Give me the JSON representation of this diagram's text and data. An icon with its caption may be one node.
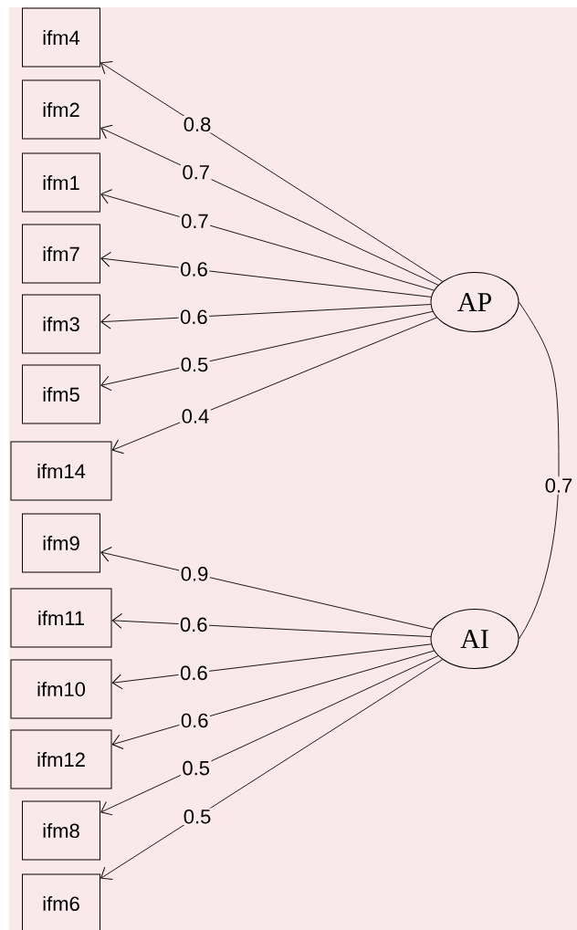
{
  "diagram": {
    "nodes": [
      {
        "text": [
          "ifm4"
        ]
      },
      {
        "text": [
          "ifm2"
        ]
      },
      {
        "text": [
          "ifm1"
        ]
      },
      {
        "text": [
          "ifm7"
        ]
      },
      {
        "text": [
          "ifm3"
        ]
      },
      {
        "text": [
          "ifm5"
        ]
      },
      {
        "text": [
          "ifm14"
        ]
      },
      {
        "text": [
          "ifm9"
        ]
      },
      {
        "text": [
          "ifm11"
        ]
      },
      {
        "text": [
          "ifm10"
        ]
      },
      {
        "text": [
          "ifm12"
        ]
      },
      {
        "text": [
          "ifm8"
        ]
      },
      {
        "text": [
          "ifm6"
        ]
      },
      {
        "text": [
          "AP"
        ]
      },
      {
        "text": [
          "AI"
        ]
      }
    ],
    "edges": [
      {
        "from": 13,
        "to": 0,
        "arrow": "to",
        "label": "0.8"
      },
      {
        "from": 13,
        "to": 1,
        "arrow": "to",
        "label": "0.7"
      },
      {
        "from": 13,
        "to": 2,
        "arrow": "to",
        "label": "0.7"
      },
      {
        "from": 13,
        "to": 3,
        "arrow": "to",
        "label": "0.6"
      },
      {
        "from": 13,
        "to": 4,
        "arrow": "to",
        "label": "0.6"
      },
      {
        "from": 13,
        "to": 5,
        "arrow": "to",
        "label": "0.5"
      },
      {
        "from": 13,
        "to": 6,
        "arrow": "to",
        "label": "0.4"
      },
      {
        "from": 14,
        "to": 7,
        "arrow": "to",
        "label": "0.9"
      },
      {
        "from": 14,
        "to": 8,
        "arrow": "to",
        "label": "0.6"
      },
      {
        "from": 14,
        "to": 9,
        "arrow": "to",
        "label": "0.6"
      },
      {
        "from": 14,
        "to": 10,
        "arrow": "to",
        "label": "0.6"
      },
      {
        "from": 14,
        "to": 11,
        "arrow": "to",
        "label": "0.5"
      },
      {
        "from": 14,
        "to": 12,
        "arrow": "to",
        "label": "0.5"
      },
      {
        "from": 13,
        "to": 14,
        "arrow": "none",
        "label": "0.7"
      }
    ]
  }
}
